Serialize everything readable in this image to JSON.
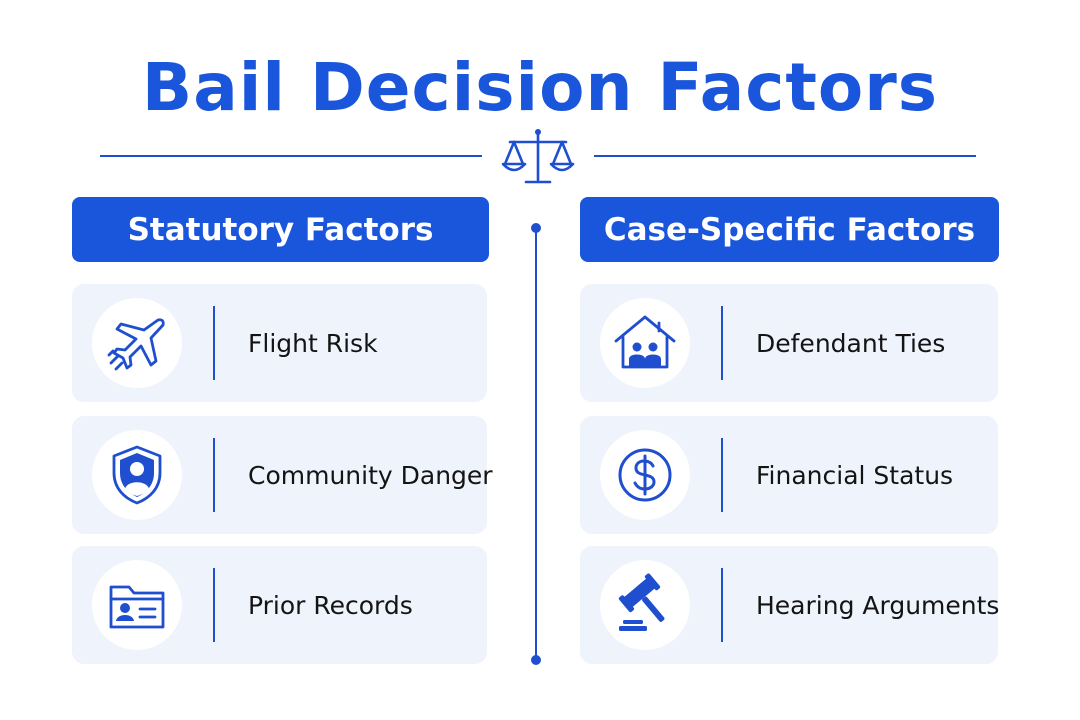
{
  "title": "Bail Decision Factors",
  "columns": [
    {
      "header": "Statutory Factors",
      "items": [
        {
          "label": "Flight Risk",
          "icon": "airplane-icon"
        },
        {
          "label": "Community Danger",
          "icon": "shield-person-icon"
        },
        {
          "label": "Prior Records",
          "icon": "folder-id-icon"
        }
      ]
    },
    {
      "header": "Case-Specific Factors",
      "items": [
        {
          "label": "Defendant Ties",
          "icon": "house-family-icon"
        },
        {
          "label": "Financial Status",
          "icon": "dollar-coin-icon"
        },
        {
          "label": "Hearing Arguments",
          "icon": "gavel-icon"
        }
      ]
    }
  ],
  "colors": {
    "primary": "#1a56db",
    "card_bg": "#eef3fc",
    "text": "#141414"
  }
}
